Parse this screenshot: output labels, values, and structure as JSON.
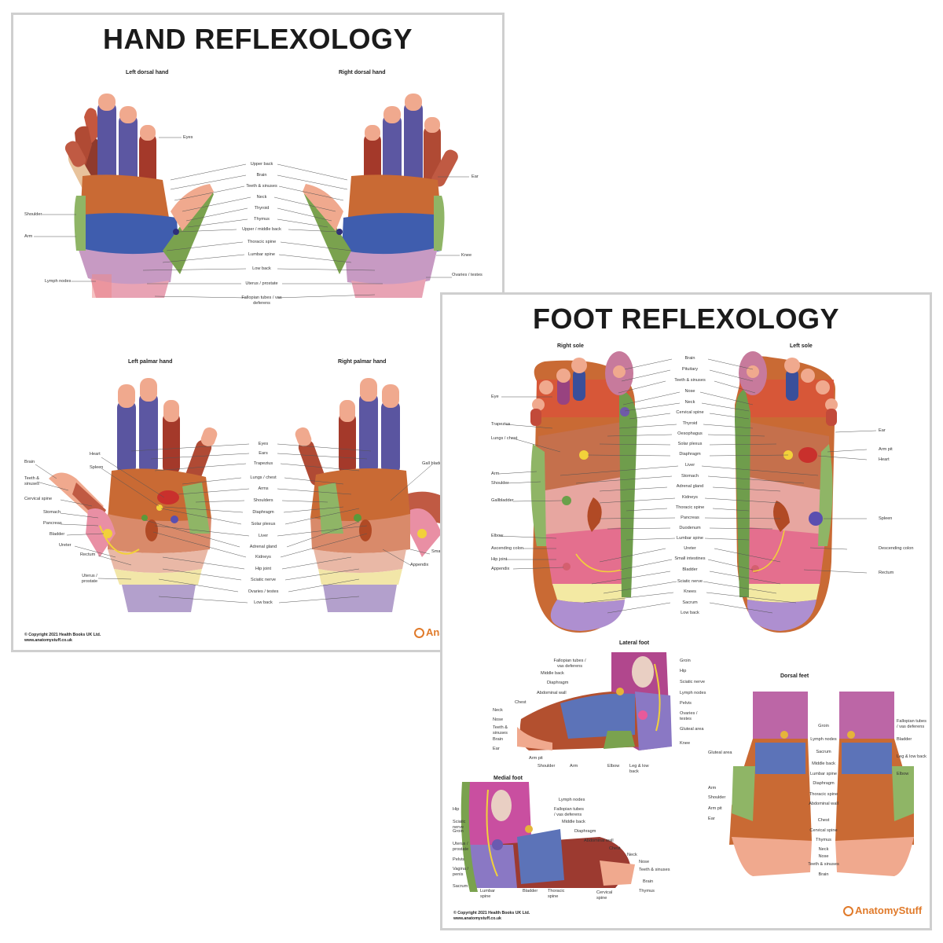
{
  "hand": {
    "title": "HAND REFLEXOLOGY",
    "sub": {
      "left_dorsal": "Left dorsal hand",
      "right_dorsal": "Right dorsal hand",
      "left_palmar": "Left palmar hand",
      "right_palmar": "Right palmar hand"
    },
    "dorsal_center": [
      "Upper back",
      "Brain",
      "Teeth & sinuses",
      "Neck",
      "Thyroid",
      "Thymus",
      "Upper / middle back",
      "Thoracic spine",
      "Lumbar spine",
      "Low back",
      "Uterus / prostate",
      "Fallopian tubes / vas deferens"
    ],
    "dorsal_left": {
      "eyes": "Eyes",
      "shoulder": "Shoulder",
      "arm": "Arm",
      "lymph": "Lymph nodes"
    },
    "dorsal_right": {
      "ear": "Ear",
      "knee": "Knee",
      "ovaries": "Ovaries / testes"
    },
    "palmar_center": [
      "Eyes",
      "Ears",
      "Trapezius",
      "Lungs / chest",
      "Arms",
      "Shoulders",
      "Diaphragm",
      "Solar plexus",
      "Liver",
      "Adrenal gland",
      "Kidneys",
      "Hip joint",
      "Sciatic nerve",
      "Ovaries / testes",
      "Low back"
    ],
    "palmar_left": [
      "Brain",
      "Teeth & sinuses",
      "Cervical spine",
      "Stomach",
      "Pancreas",
      "Bladder",
      "Ureter",
      "Rectum",
      "Uterus / prostate"
    ],
    "palmar_left_inner": {
      "heart": "Heart",
      "spleen": "Spleen"
    },
    "palmar_right": {
      "gall": "Gall bladder",
      "small": "Small",
      "appendix": "Appendix"
    },
    "copyright": "© Copyright 2021 Health Books UK Ltd.",
    "url": "www.anatomystuff.co.uk",
    "brand": "Anatomy"
  },
  "foot": {
    "title": "FOOT REFLEXOLOGY",
    "sub": {
      "right_sole": "Right sole",
      "left_sole": "Left sole",
      "lateral": "Lateral foot",
      "medial": "Medial foot",
      "dorsal": "Dorsal feet"
    },
    "sole_center": [
      "Brain",
      "Pituitary",
      "Teeth & sinuses",
      "Nose",
      "Neck",
      "Cervical spine",
      "Thyroid",
      "Oesophagus",
      "Solar plexus",
      "Diaphragm",
      "Liver",
      "Stomach",
      "Adrenal gland",
      "Kidneys",
      "Thoracic spine",
      "Pancreas",
      "Duodenum",
      "Lumbar spine",
      "Ureter",
      "Small intestines",
      "Bladder",
      "Sciatic nerve",
      "Knees",
      "Sacrum",
      "Low back"
    ],
    "sole_left": [
      "Eye",
      "Trapezius",
      "Lungs / chest",
      "Arm",
      "Shoulder",
      "Gallbladder",
      "Elbow",
      "Ascending colon",
      "Hip joint",
      "Appendix"
    ],
    "sole_right": [
      "Ear",
      "Arm pit",
      "Heart",
      "Spleen",
      "Descending colon",
      "Rectum"
    ],
    "lateral_right": [
      "Groin",
      "Hip",
      "Sciatic nerve",
      "Lymph nodes",
      "Pelvis",
      "Ovaries / testes",
      "Gluteal area",
      "Knee"
    ],
    "lateral_left": [
      "Fallopian tubes / vas deferens",
      "Middle back",
      "Diaphragm",
      "Abdominal wall",
      "Chest",
      "Neck",
      "Nose",
      "Teeth & sinuses",
      "Brain",
      "Ear"
    ],
    "lateral_bottom": [
      "Arm pit",
      "Shoulder",
      "Arm",
      "Elbow",
      "Leg & low back"
    ],
    "medial_left": [
      "Hip",
      "Sciatic nerve",
      "Groin",
      "Uterus / prostate",
      "Pelvis",
      "Vagina / penis",
      "Sacrum"
    ],
    "medial_top": [
      "Lymph nodes",
      "Fallopian tubes / vas deferens",
      "Middle back",
      "Diaphragm",
      "Abdominal wall",
      "Chest",
      "Neck",
      "Nose",
      "Teeth & sinuses",
      "Brain",
      "Thymus"
    ],
    "medial_bottom": [
      "Lumbar spine",
      "Bladder",
      "Thoracic spine",
      "Cervical spine"
    ],
    "dorsal_center": [
      "Groin",
      "Lymph nodes",
      "Sacrum",
      "Middle back",
      "Lumbar spine",
      "Diaphragm",
      "Thoracic spine",
      "Abdominal wall",
      "Chest",
      "Cervical spine",
      "Thymus",
      "Neck",
      "Nose",
      "Teeth & sinuses",
      "Brain"
    ],
    "dorsal_left": [
      "Gluteal area",
      "Arm",
      "Shoulder",
      "Arm pit",
      "Ear"
    ],
    "dorsal_right": [
      "Fallopian tubes / vas deferens",
      "Bladder",
      "Leg & low back",
      "Elbow"
    ],
    "copyright": "© Copyright 2021 Health Books UK Ltd.",
    "url": "www.anatomystuff.co.uk",
    "brand": "AnatomyStuff"
  }
}
